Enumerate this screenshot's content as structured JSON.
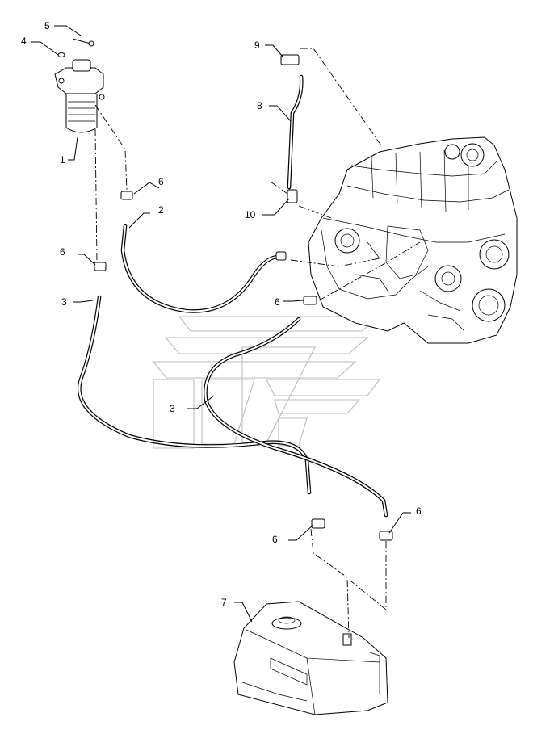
{
  "labels": [
    {
      "id": "1",
      "text": "1"
    },
    {
      "id": "2",
      "text": "2"
    },
    {
      "id": "3a",
      "text": "3"
    },
    {
      "id": "3b",
      "text": "3"
    },
    {
      "id": "4",
      "text": "4"
    },
    {
      "id": "5",
      "text": "5"
    },
    {
      "id": "6a",
      "text": "6"
    },
    {
      "id": "6b",
      "text": "6"
    },
    {
      "id": "6c",
      "text": "6"
    },
    {
      "id": "6d",
      "text": "6"
    },
    {
      "id": "6e",
      "text": "6"
    },
    {
      "id": "7",
      "text": "7"
    },
    {
      "id": "8",
      "text": "8"
    },
    {
      "id": "9",
      "text": "9"
    },
    {
      "id": "10",
      "text": "10"
    }
  ],
  "colors": {
    "line": "#000000",
    "watermark": "#bdbdbd",
    "background": "#ffffff"
  }
}
